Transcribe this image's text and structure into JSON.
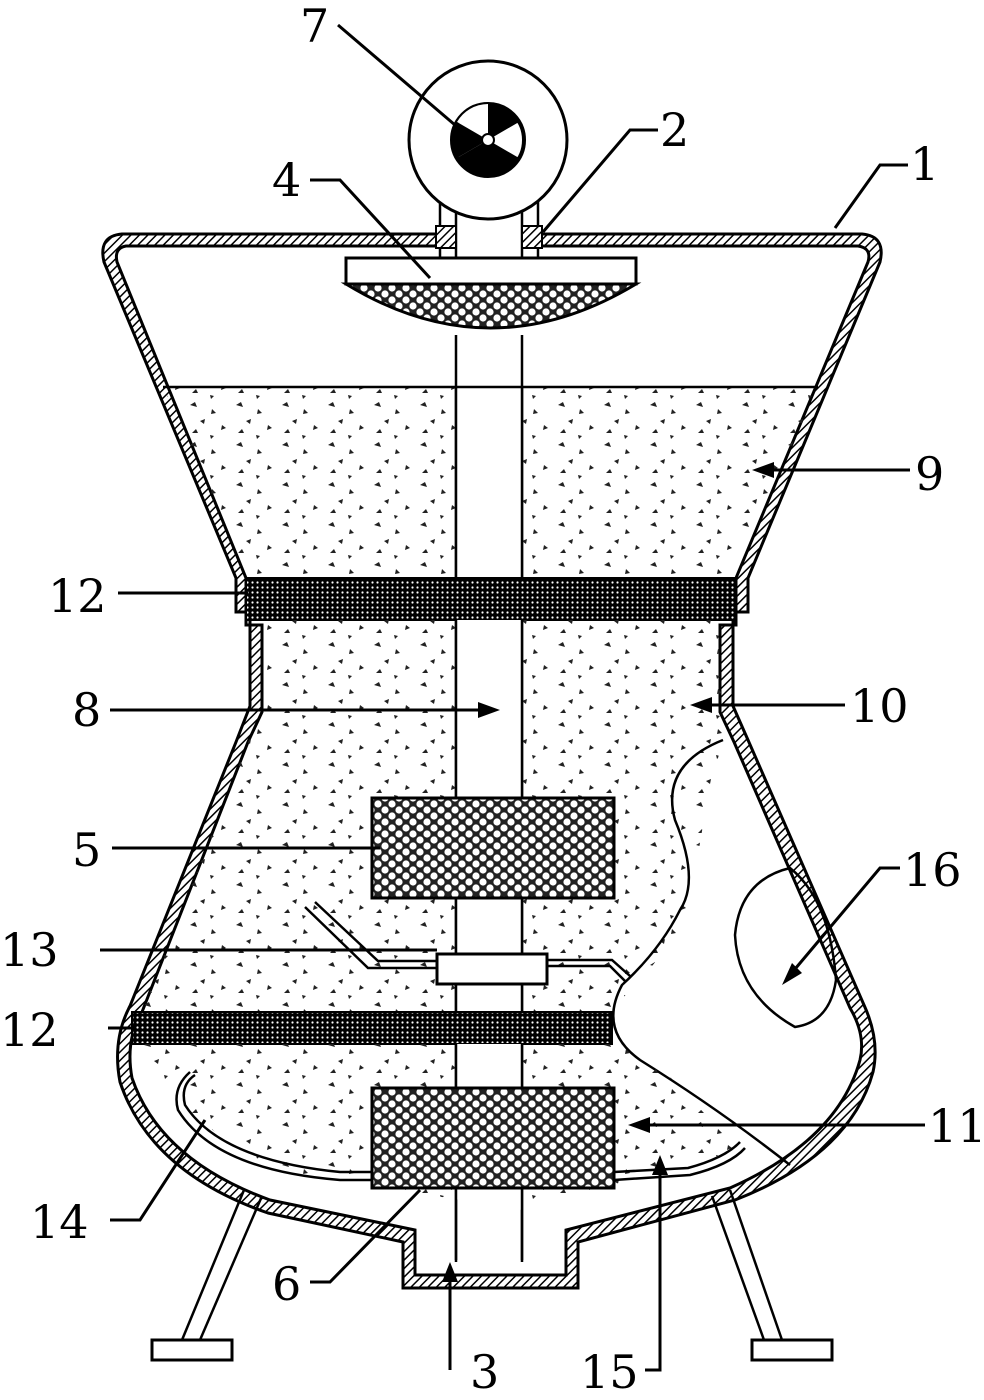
{
  "labels": {
    "l1": "1",
    "l2": "2",
    "l3": "3",
    "l4": "4",
    "l5": "5",
    "l6": "6",
    "l7": "7",
    "l8": "8",
    "l9": "9",
    "l10": "10",
    "l11": "11",
    "l12a": "12",
    "l12b": "12",
    "l13": "13",
    "l14": "14",
    "l15": "15",
    "l16": "16"
  }
}
